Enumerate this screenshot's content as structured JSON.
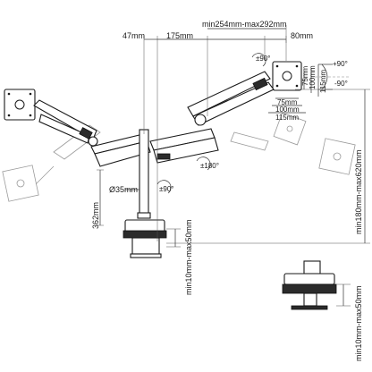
{
  "labels": {
    "d_47": "47mm",
    "d_175": "175mm",
    "d_254_292": "min254mm-max292mm",
    "d_80": "80mm",
    "rot_pm90_top": "±90°",
    "tilt_plus90": "+90°",
    "tilt_minus90": "-90°",
    "v75": "75mm",
    "v100": "100mm",
    "v115": "115mm",
    "h75": "75mm",
    "h100": "100mm",
    "h115": "115mm",
    "rot_180": "±180°",
    "rot_90_base": "±90°",
    "d_pole": "Ø35mm",
    "d_362": "362mm",
    "d_clamp": "min10mm-max50mm",
    "d_height": "min180mm-max620mm",
    "d_grommet": "min10mm-max50mm"
  }
}
